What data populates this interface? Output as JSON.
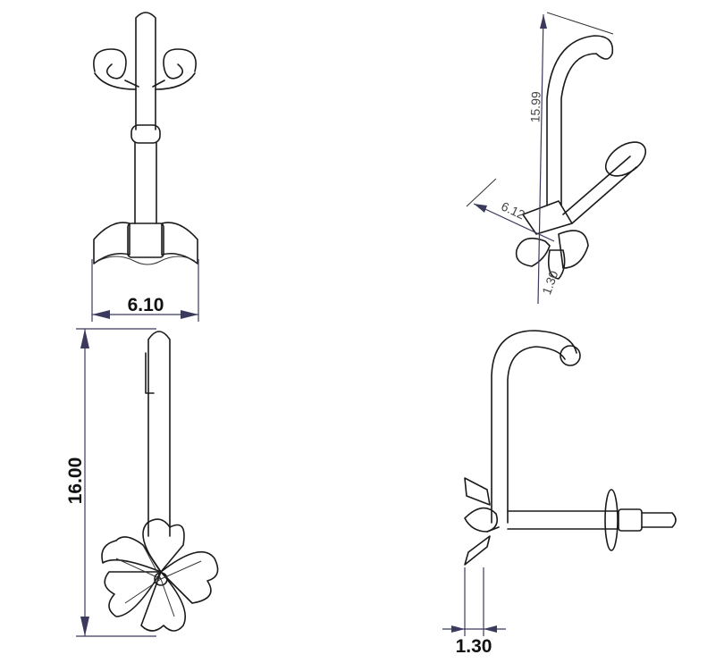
{
  "dimensions": {
    "front_width": "6.10",
    "side_height": "16.00",
    "post_diameter": "1.30",
    "iso_height": "15.99",
    "iso_width": "6.12",
    "iso_small": "1.30"
  },
  "colors": {
    "dimension_line": "#3b3a5c",
    "outline": "#1a1a1a"
  }
}
